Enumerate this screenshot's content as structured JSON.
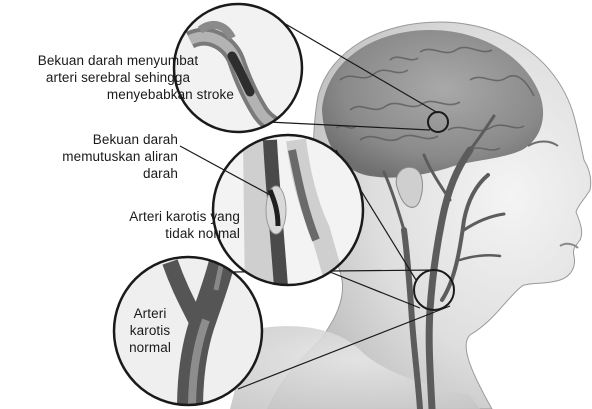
{
  "labels": {
    "clot_blocks": [
      "Bekuan darah menyumbat",
      "arteri serebral sehingga",
      "menyebabkan stroke"
    ],
    "clot_cuts": [
      "Bekuan darah",
      "memutuskan aliran",
      "darah"
    ],
    "abnormal_carotid": [
      "Arteri karotis yang",
      "tidak normal"
    ],
    "normal_carotid": [
      "Arteri",
      "karotis",
      "normal"
    ]
  },
  "colors": {
    "ink": "#1a1a1a",
    "skin_light": "#eeeeee",
    "skin_mid": "#d2d2d2",
    "brain": "#8e8e8e",
    "vessel": "#5c5c5c"
  }
}
